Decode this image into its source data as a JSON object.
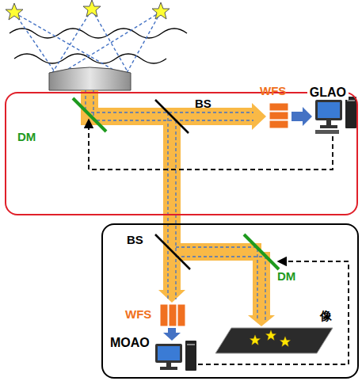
{
  "diagram": {
    "nodes": [
      {
        "text": [
          "GLAO"
        ]
      },
      {
        "text": [
          "MOAO"
        ]
      }
    ],
    "labels": [
      "DM",
      "BS",
      "WFS",
      "BS",
      "WFS",
      "DM",
      "像"
    ]
  }
}
